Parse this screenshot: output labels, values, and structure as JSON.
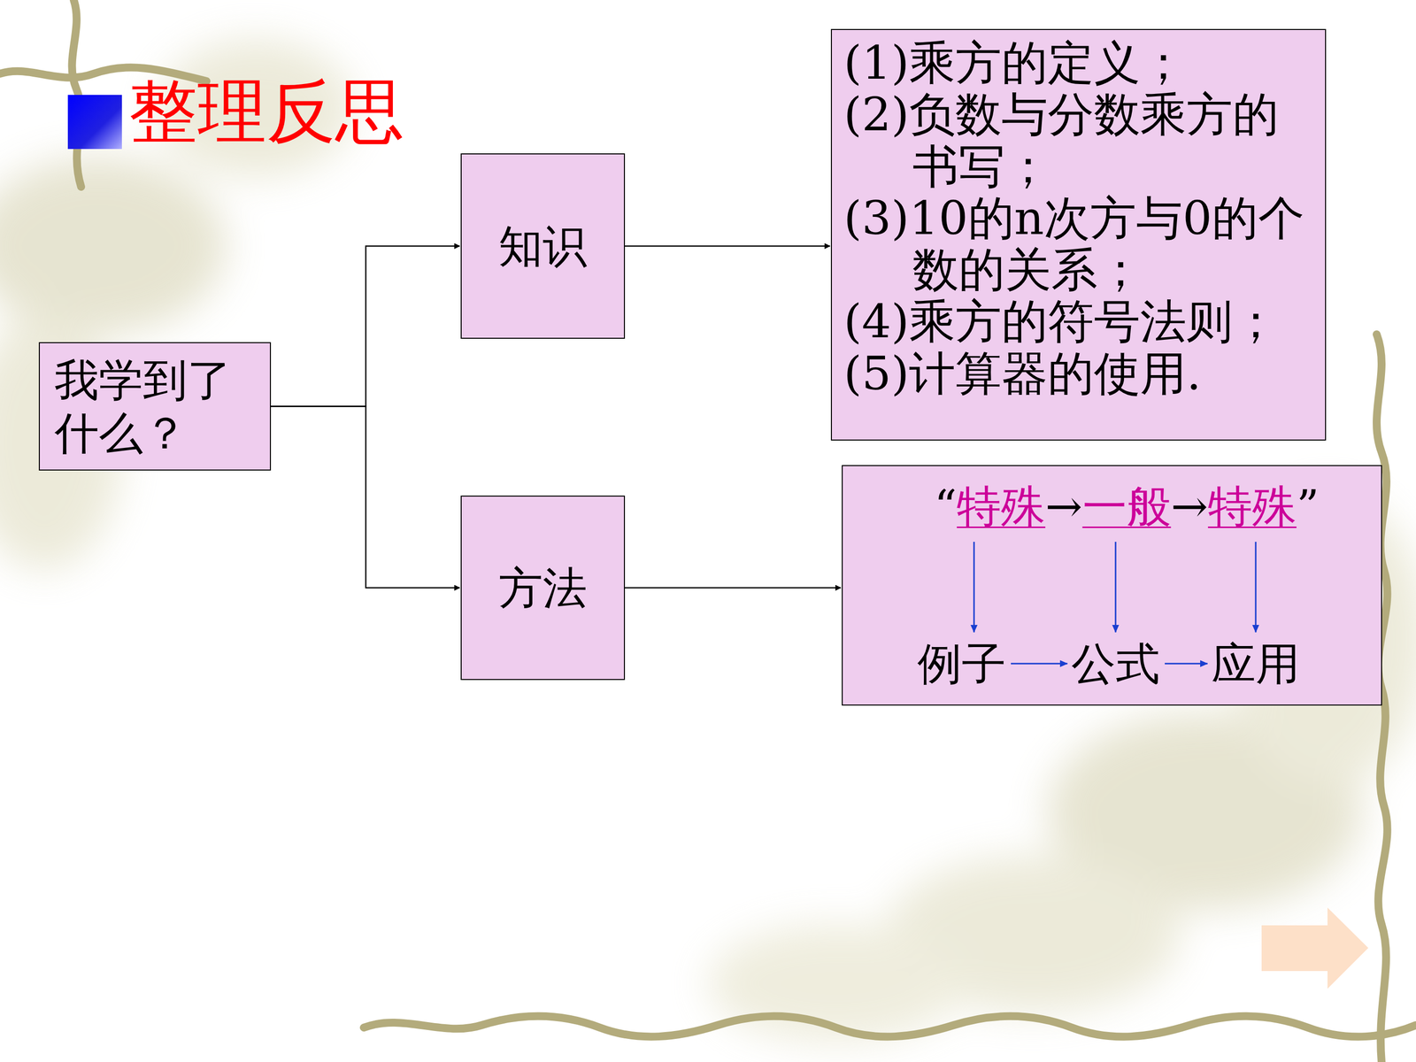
{
  "diagram": {
    "title": "整理反思",
    "nodes": [
      {
        "text": [
          "我学到了什么？"
        ]
      },
      {
        "text": [
          "知识"
        ]
      },
      {
        "text": [
          "方法"
        ]
      },
      {
        "text": [
          "(1)乘方的定义；",
          "(2)负数与分数乘方的书写；",
          "(3)10的n次方与0的个数的关系；",
          "(4)乘方的符号法则；",
          "(5)计算器的使用."
        ]
      },
      {
        "text": [
          "“特殊→一般→特殊”",
          "例子",
          "公式",
          "应用"
        ]
      }
    ],
    "edges": [
      {
        "from": 0,
        "to": 1,
        "arrow": "to"
      },
      {
        "from": 0,
        "to": 2,
        "arrow": "to"
      },
      {
        "from": 1,
        "to": 3,
        "arrow": "to"
      },
      {
        "from": 2,
        "to": 4,
        "arrow": "to"
      }
    ]
  }
}
